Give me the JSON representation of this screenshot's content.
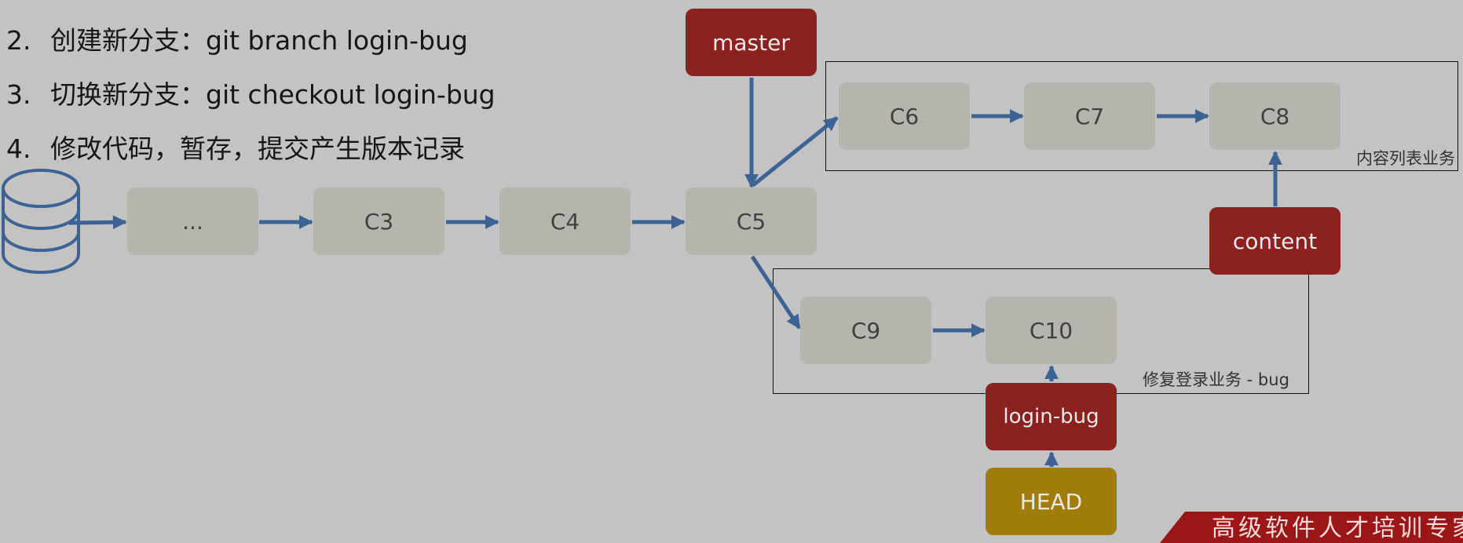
{
  "steps": [
    {
      "num": "2.",
      "text": "创建新分支：git branch login-bug"
    },
    {
      "num": "3.",
      "text": "切换新分支：git checkout login-bug"
    },
    {
      "num": "4.",
      "text": "修改代码，暂存，提交产生版本记录"
    }
  ],
  "commits": {
    "ellipsis": "...",
    "c3": "C3",
    "c4": "C4",
    "c5": "C5",
    "c6": "C6",
    "c7": "C7",
    "c8": "C8",
    "c9": "C9",
    "c10": "C10"
  },
  "refs": {
    "master": "master",
    "content": "content",
    "login_bug": "login-bug",
    "head": "HEAD"
  },
  "groups": {
    "content_label": "内容列表业务",
    "bug_label": "修复登录业务 - bug"
  },
  "footer": {
    "banner": "高级软件人才培训专家"
  },
  "icons": {
    "repository": "database-icon"
  },
  "colors": {
    "background": "#c3c3c3",
    "commit": "#b5b5ae",
    "branch": "#8b2220",
    "head": "#a07c0a",
    "arrow": "#3d6394"
  }
}
